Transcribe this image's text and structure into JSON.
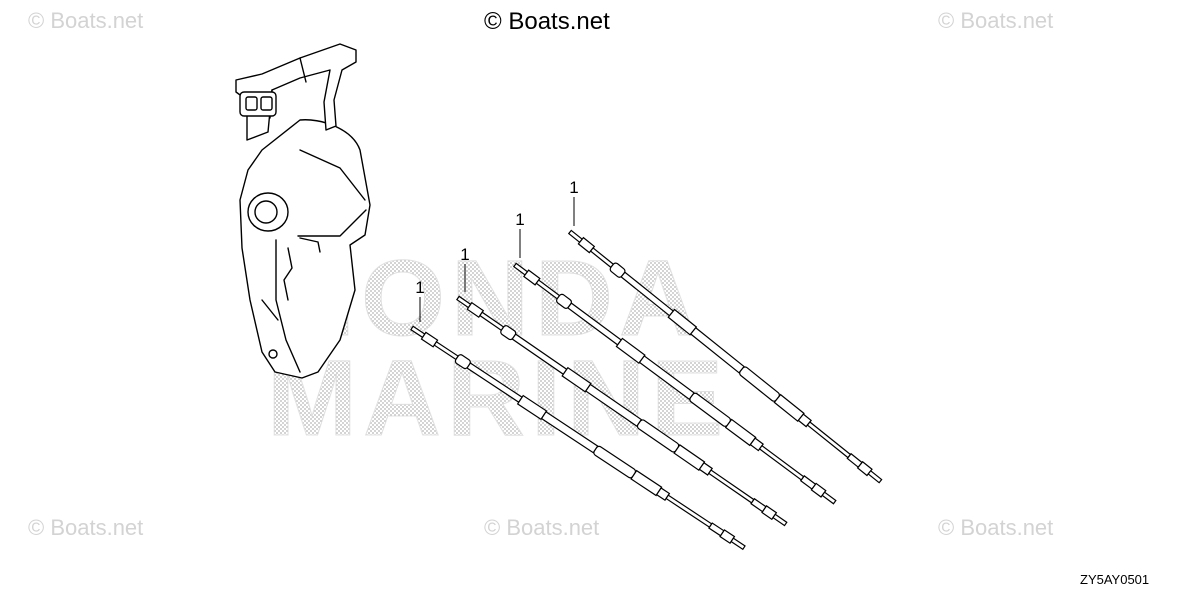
{
  "watermark": {
    "top_center": "© Boats.net",
    "top_left": "© Boats.net",
    "top_right": "© Boats.net",
    "bottom_left": "© Boats.net",
    "bottom_center": "© Boats.net",
    "bottom_right": "© Boats.net"
  },
  "background_mark": {
    "line1": "HONDA",
    "line2": "MARINE"
  },
  "callouts": [
    "1",
    "1",
    "1",
    "1"
  ],
  "diagram_code": "ZY5AY0501",
  "colors": {
    "line": "#000000",
    "watermark_faint": "#d3d3d3",
    "background_mark_dots": "#b5b5b5"
  }
}
